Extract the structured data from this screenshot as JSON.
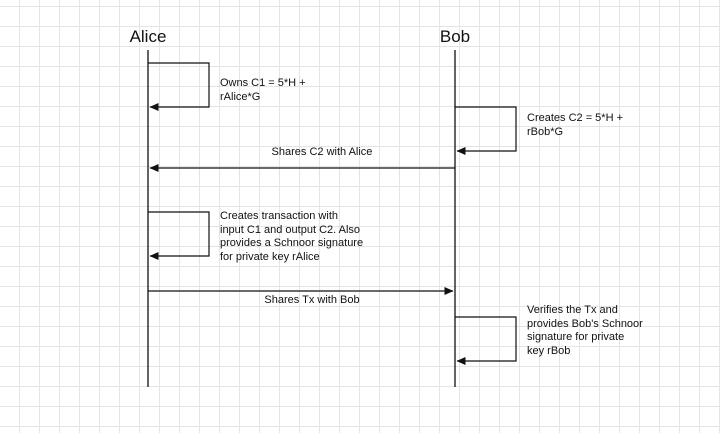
{
  "actors": [
    {
      "id": "alice",
      "label": "Alice"
    },
    {
      "id": "bob",
      "label": "Bob"
    }
  ],
  "steps": [
    {
      "type": "self",
      "actor": "alice",
      "note": "Owns C1 = 5*H +\nrAlice*G"
    },
    {
      "type": "self",
      "actor": "bob",
      "note": "Creates C2 = 5*H +\nrBob*G"
    },
    {
      "type": "message",
      "from": "bob",
      "to": "alice",
      "label": "Shares C2 with Alice"
    },
    {
      "type": "self",
      "actor": "alice",
      "note": "Creates transaction with\ninput C1 and output C2. Also\nprovides a Schnoor signature\nfor private key rAlice"
    },
    {
      "type": "message",
      "from": "alice",
      "to": "bob",
      "label": "Shares Tx with Bob"
    },
    {
      "type": "self",
      "actor": "bob",
      "note": "Verifies the Tx and\nprovides Bob's Schnoor\nsignature for private\nkey rBob"
    }
  ],
  "colors": {
    "line": "#111111",
    "grid": "#e4e4e4",
    "background": "#ffffff"
  }
}
